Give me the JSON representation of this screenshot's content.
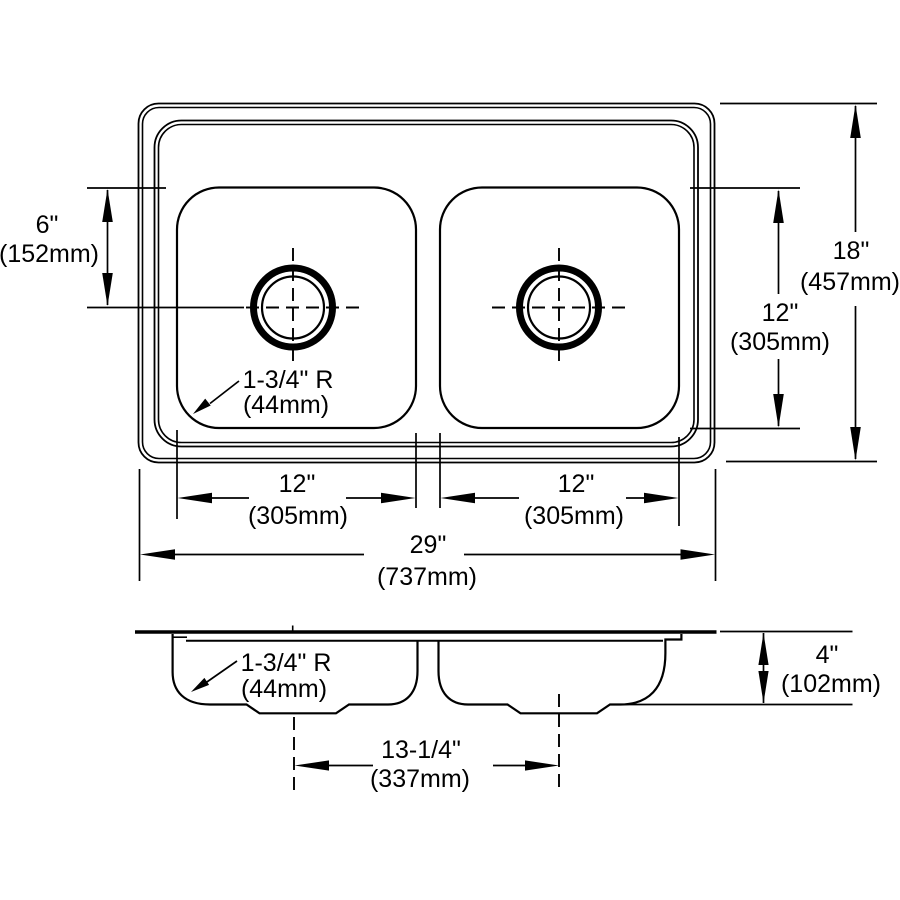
{
  "drawing": {
    "type": "technical-dimension-drawing",
    "subject": "double-bowl drop-in sink, top view and side view",
    "background": "#ffffff",
    "line_color": "#000000"
  },
  "labels": {
    "top_vertical_offset": {
      "imperial": "6\"",
      "metric": "(152mm)"
    },
    "top_overall_front_to_back": {
      "imperial": "18\"",
      "metric": "(457mm)"
    },
    "top_bowl_front_to_back": {
      "imperial": "12\"",
      "metric": "(305mm)"
    },
    "top_left_bowl_width": {
      "imperial": "12\"",
      "metric": "(305mm)"
    },
    "top_right_bowl_width": {
      "imperial": "12\"",
      "metric": "(305mm)"
    },
    "top_overall_width": {
      "imperial": "29\"",
      "metric": "(737mm)"
    },
    "top_bowl_corner_radius": {
      "imperial": "1-3/4\" R",
      "metric": "(44mm)"
    },
    "side_bowl_corner_radius": {
      "imperial": "1-3/4\" R",
      "metric": "(44mm)"
    },
    "side_bowl_depth": {
      "imperial": "4\"",
      "metric": "(102mm)"
    },
    "side_drain_centers": {
      "imperial": "13-1/4\"",
      "metric": "(337mm)"
    }
  }
}
